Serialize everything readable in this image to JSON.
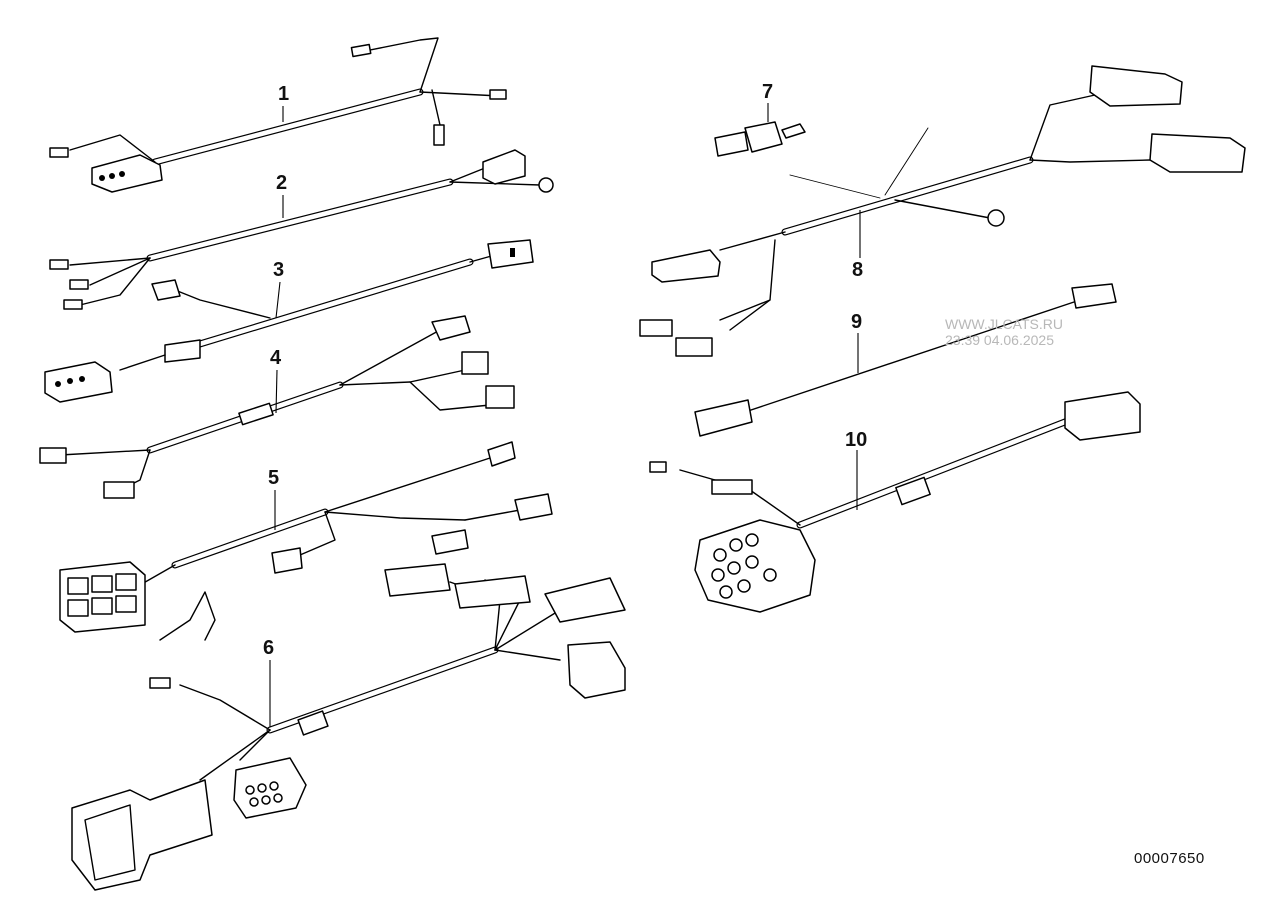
{
  "callouts": {
    "c1": "1",
    "c2": "2",
    "c3": "3",
    "c4": "4",
    "c5": "5",
    "c6": "6",
    "c7": "7",
    "c8": "8",
    "c9": "9",
    "c10": "10"
  },
  "watermark": {
    "site": "WWW.JLCATS.RU",
    "timestamp": "23:39 04.06.2025"
  },
  "drawing_number": "00007650",
  "colors": {
    "line": "#000000",
    "background": "#ffffff",
    "watermark": "#b8b8b8"
  }
}
